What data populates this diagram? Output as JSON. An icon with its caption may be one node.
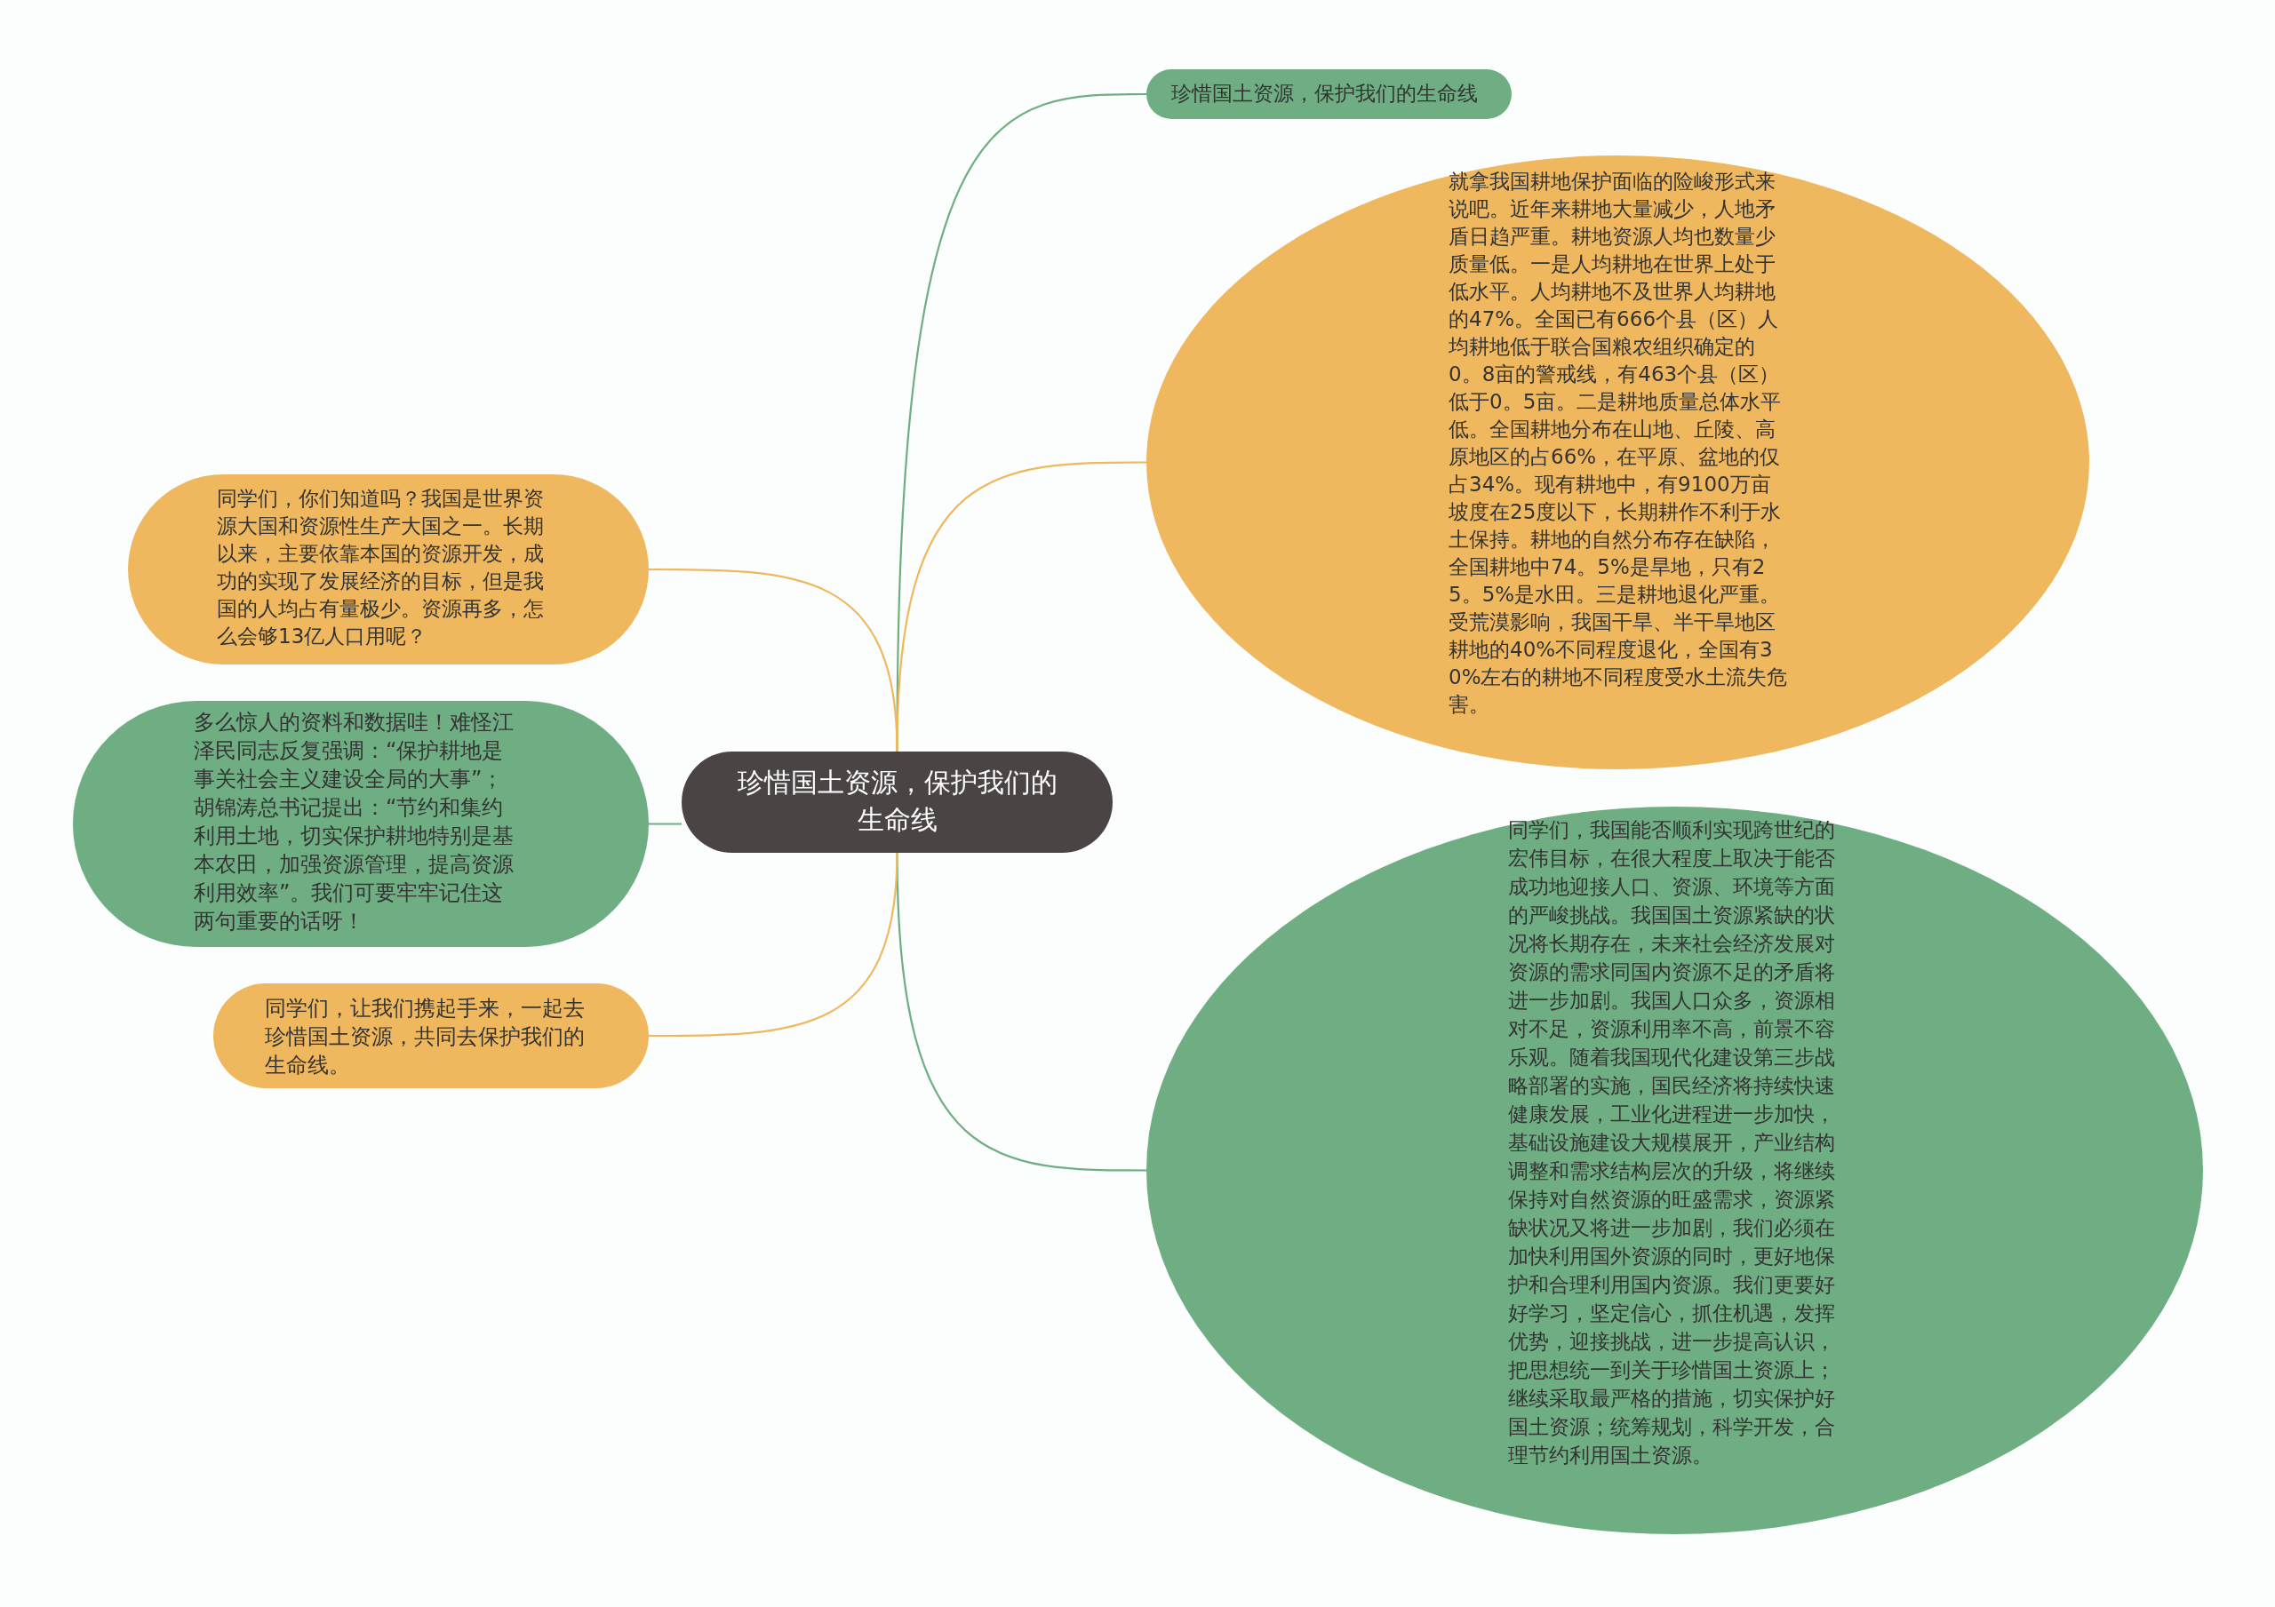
{
  "diagram": {
    "nodes": [
      {
        "text": [
          "珍惜国土资源，保护我们的生命线"
        ]
      },
      {
        "text": [
          "珍惜国土资源，保护我们的生命线"
        ]
      },
      {
        "text": [
          "就拿我国耕地保护面临的险峻形式来说吧。近年来耕地大量减少，人地矛盾日趋严重。耕地资源人均也数量少质量低。一是人均耕地在世界上处于低水平。人均耕地不及世界人均耕地的47%。全国已有666个县（区）人均耕地低于联合国粮农组织确定的0。8亩的警戒线，有463个县（区）低于0。5亩。二是耕地质量总体水平低。全国耕地分布在山地、丘陵、高原地区的占66%，在平原、盆地的仅占34%。现有耕地中，有9100万亩坡度在25度以下，长期耕作不利于水土保持。耕地的自然分布存在缺陷，全国耕地中74。5%是旱地，只有25。5%是水田。三是耕地退化严重。受荒漠影响，我国干旱、半干旱地区耕地的40%不同程度退化，全国有30%左右的耕地不同程度受水土流失危害。"
        ]
      },
      {
        "text": [
          "同学们，我国能否顺利实现跨世纪的宏伟目标，在很大程度上取决于能否成功地迎接人口、资源、环境等方面的严峻挑战。我国国土资源紧缺的状况将长期存在，未来社会经济发展对资源的需求同国内资源不足的矛盾将进一步加剧。我国人口众多，资源相对不足，资源利用率不高，前景不容乐观。随着我国现代化建设第三步战略部署的实施，国民经济将持续快速健康发展，工业化进程进一步加快，基础设施建设大规模展开，产业结构调整和需求结构层次的升级，将继续保持对自然资源的旺盛需求，资源紧缺状况又将进一步加剧，我们必须在加快利用国外资源的同时，更好地保护和合理利用国内资源。我们更要好好学习，坚定信心，抓住机遇，发挥优势，迎接挑战，进一步提高认识，把思想统一到关于珍惜国土资源上；继续采取最严格的措施，切实保护好国土资源；统筹规划，科学开发，合理节约利用国土资源。"
        ]
      },
      {
        "text": [
          "同学们，你们知道吗？我国是世界资源大国和资源性生产大国之一。长期以来，主要依靠本国的资源开发，成功的实现了发展经济的目标，但是我国的人均占有量极少。资源再多，怎么会够13亿人口用呢？"
        ]
      },
      {
        "text": [
          "多么惊人的资料和数据哇！难怪江泽民同志反复强调：“保护耕地是事关社会主义建设全局的大事”；胡锦涛总书记提出：“节约和集约利用土地，切实保护耕地特别是基本农田，加强资源管理，提高资源利用效率”。我们可要牢牢记住这两句重要的话呀！"
        ]
      },
      {
        "text": [
          "同学们，让我们携起手来，一起去珍惜国土资源，共同去保护我们的生命线。"
        ]
      }
    ],
    "edges": [
      {
        "from": 0,
        "to": 1,
        "arrow": "none",
        "color": "#6fae82"
      },
      {
        "from": 0,
        "to": 2,
        "arrow": "none",
        "color": "#efb85f"
      },
      {
        "from": 0,
        "to": 3,
        "arrow": "none",
        "color": "#6fae82"
      },
      {
        "from": 0,
        "to": 4,
        "arrow": "none",
        "color": "#efb85f"
      },
      {
        "from": 0,
        "to": 5,
        "arrow": "none",
        "color": "#6fae82"
      },
      {
        "from": 0,
        "to": 6,
        "arrow": "none",
        "color": "#efb85f"
      }
    ]
  }
}
